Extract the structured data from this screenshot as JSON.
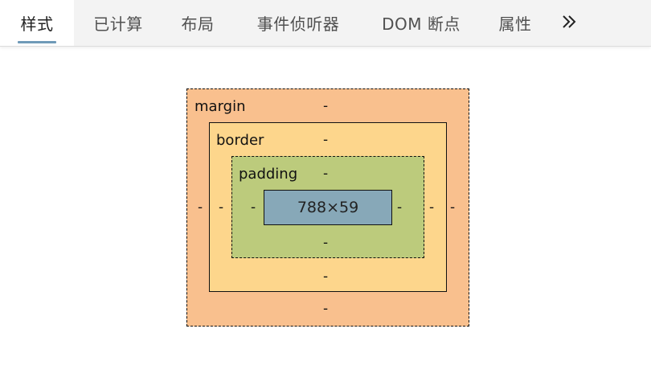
{
  "tabs": [
    {
      "label": "样式",
      "active": true
    },
    {
      "label": "已计算",
      "active": false
    },
    {
      "label": "布局",
      "active": false
    },
    {
      "label": "事件侦听器",
      "active": false
    },
    {
      "label": "DOM 断点",
      "active": false
    },
    {
      "label": "属性",
      "active": false
    }
  ],
  "more_icon": "double-chevron-right-icon",
  "box_model": {
    "margin": {
      "label": "margin",
      "top": "-",
      "right": "-",
      "bottom": "-",
      "left": "-"
    },
    "border": {
      "label": "border",
      "top": "-",
      "right": "-",
      "bottom": "-",
      "left": "-"
    },
    "padding": {
      "label": "padding",
      "top": "-",
      "right": "-",
      "bottom": "-",
      "left": "-"
    },
    "content": {
      "size": "788×59"
    }
  },
  "colors": {
    "margin": "#f9c08e",
    "border": "#fdd68c",
    "padding": "#bccb7c",
    "content": "#87a8b8",
    "tab_indicator": "#6f9ab8"
  }
}
